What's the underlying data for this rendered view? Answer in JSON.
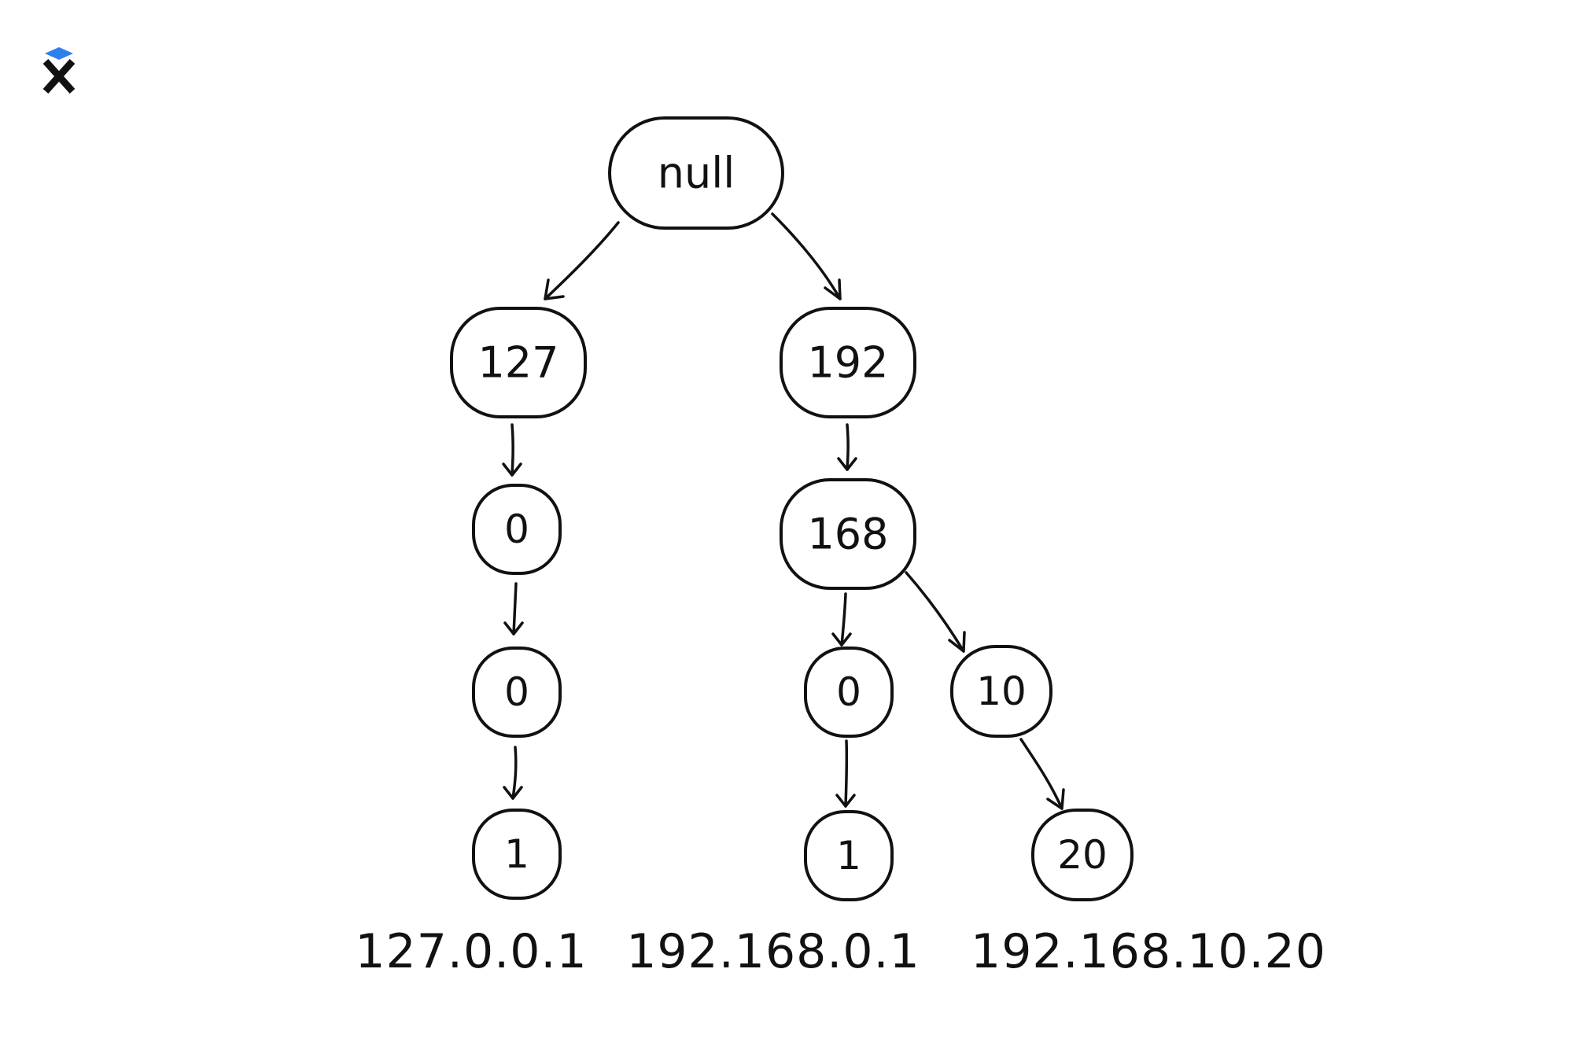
{
  "brand": {
    "logo_name": "x-logo",
    "logo_accent": "#2f80ed",
    "logo_color": "#111111"
  },
  "nodes": {
    "root": "null",
    "n127": "127",
    "n127_0a": "0",
    "n127_0b": "0",
    "n127_1": "1",
    "n192": "192",
    "n168": "168",
    "n168_0": "0",
    "n168_0_1": "1",
    "n10": "10",
    "n20": "20"
  },
  "addresses": {
    "left": "127.0.0.1",
    "middle": "192.168.0.1",
    "right": "192.168.10.20"
  }
}
